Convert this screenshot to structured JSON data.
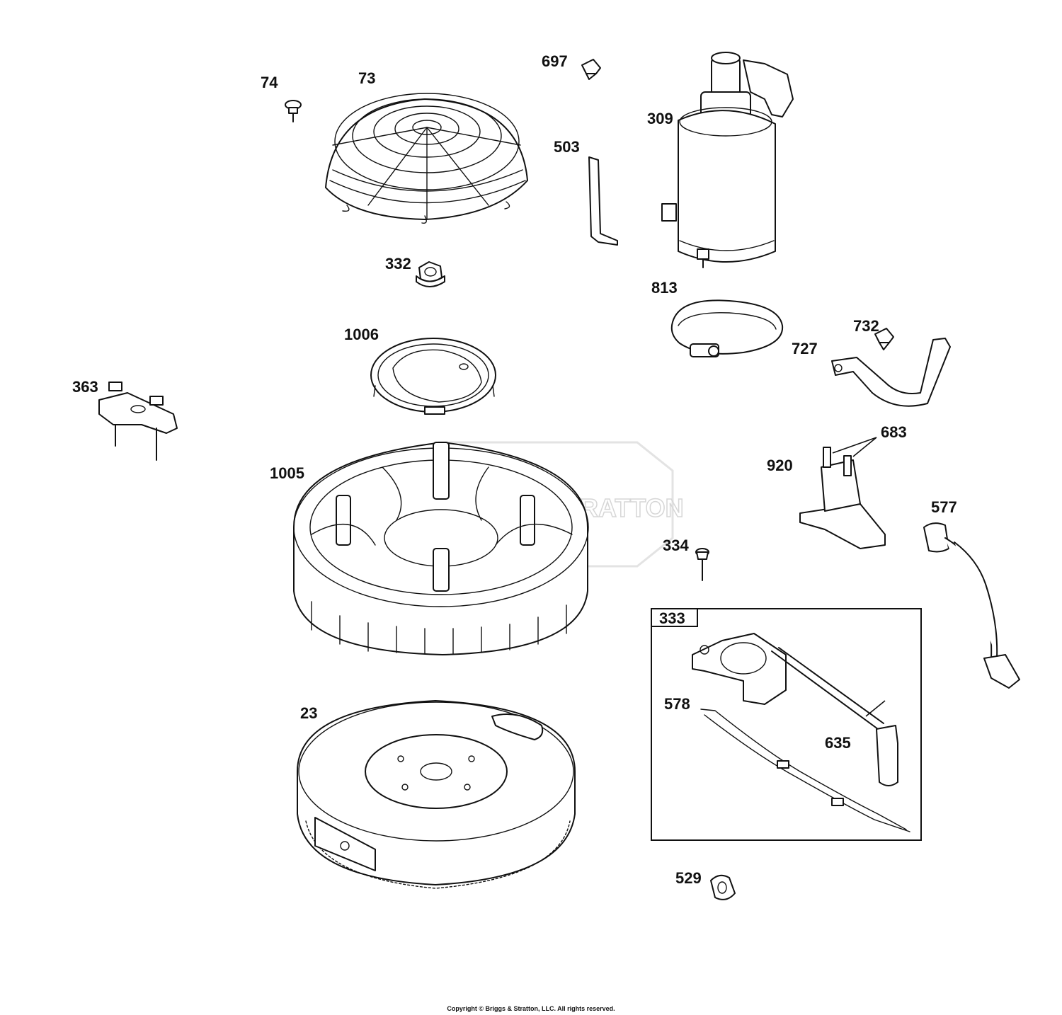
{
  "diagram": {
    "callouts": {
      "p74": "74",
      "p73": "73",
      "p697": "697",
      "p309": "309",
      "p503": "503",
      "p332": "332",
      "p813": "813",
      "p1006": "1006",
      "p732": "732",
      "p727": "727",
      "p363": "363",
      "p683": "683",
      "p1005": "1005",
      "p920": "920",
      "p577": "577",
      "p334": "334",
      "p333": "333",
      "p578": "578",
      "p635": "635",
      "p23": "23",
      "p529": "529"
    },
    "watermark": "BRIGGS & STRATTON",
    "copyright": "Copyright © Briggs & Stratton, LLC. All rights reserved."
  }
}
